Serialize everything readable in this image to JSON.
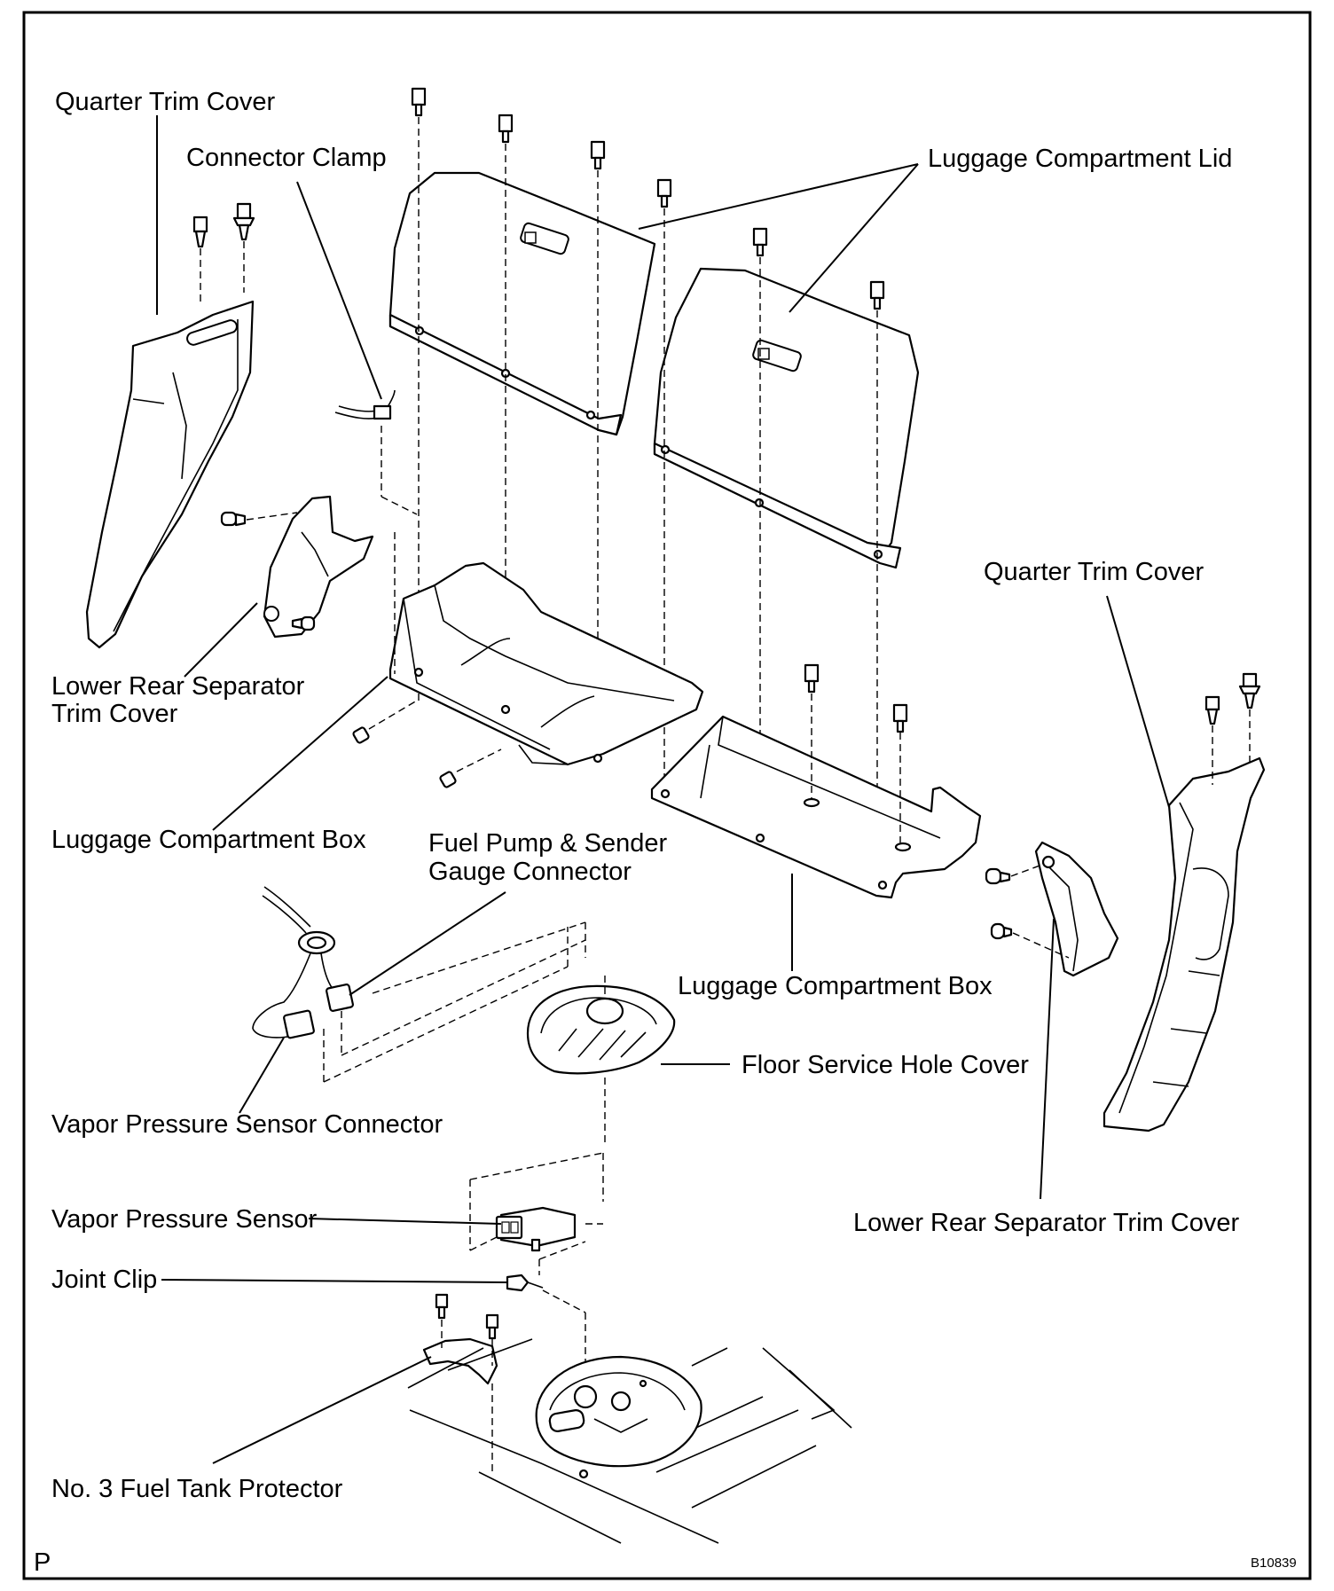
{
  "labels": {
    "quarter_trim_cover_left": "Quarter Trim Cover",
    "connector_clamp": "Connector Clamp",
    "luggage_compartment_lid": "Luggage Compartment Lid",
    "quarter_trim_cover_right": "Quarter Trim Cover",
    "lower_rear_separator_left_l1": "Lower  Rear  Separator",
    "lower_rear_separator_left_l2": "Trim Cover",
    "luggage_compartment_box_left": "Luggage Compartment Box",
    "fuel_pump_l1": "Fuel  Pump  &  Sender",
    "fuel_pump_l2": "Gauge Connector",
    "luggage_compartment_box_right": "Luggage Compartment Box",
    "floor_service_hole_cover": "Floor Service Hole Cover",
    "vapor_pressure_sensor_connector": "Vapor Pressure Sensor Connector",
    "lower_rear_separator_right": "Lower Rear Separator Trim Cover",
    "vapor_pressure_sensor": "Vapor Pressure Sensor",
    "joint_clip": "Joint Clip",
    "fuel_tank_protector": "No. 3 Fuel Tank Protector"
  },
  "corner": {
    "left_code": "P",
    "figure_id": "B10839"
  }
}
